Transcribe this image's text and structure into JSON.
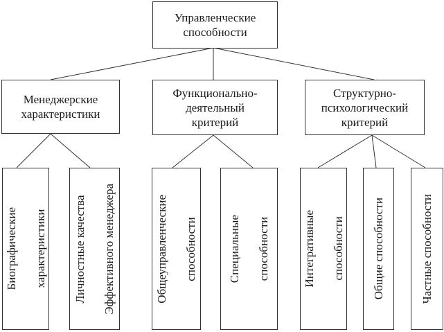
{
  "diagram": {
    "root": {
      "lines": [
        "Управленческие",
        "способности"
      ]
    },
    "categories": [
      {
        "lines": [
          "Менеджерские",
          "характеристики"
        ],
        "children": [
          {
            "lines": [
              "Биографические",
              "характеристики"
            ]
          },
          {
            "lines": [
              "Личностные качества",
              "Эффективного менеджера"
            ]
          }
        ]
      },
      {
        "lines": [
          "Функционально-",
          "деятельный",
          "критерий"
        ],
        "children": [
          {
            "lines": [
              "Общеуправленческие",
              "способности"
            ]
          },
          {
            "lines": [
              "Специальные",
              "способности"
            ]
          }
        ]
      },
      {
        "lines": [
          "Структурно-",
          "психологический",
          "критерий"
        ],
        "children": [
          {
            "lines": [
              "Интегративные",
              "способности"
            ]
          },
          {
            "lines": [
              "Общие способности"
            ]
          },
          {
            "lines": [
              "Частные способности"
            ]
          }
        ]
      }
    ]
  },
  "colors": {
    "stroke": "#333333",
    "background": "#ffffff",
    "text": "#1a1a1a"
  }
}
